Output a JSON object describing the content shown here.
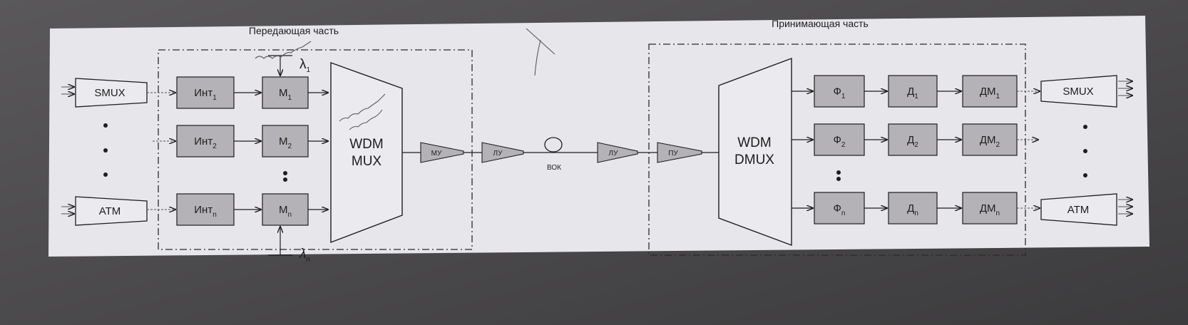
{
  "transmit": {
    "title": "Передающая часть",
    "src_top": "SMUX",
    "src_bottom": "ATM",
    "interfaces": [
      {
        "base": "Инт",
        "sub": "1"
      },
      {
        "base": "Инт",
        "sub": "2"
      },
      {
        "base": "Инт",
        "sub": "n"
      }
    ],
    "modulators": [
      {
        "base": "М",
        "sub": "1"
      },
      {
        "base": "М",
        "sub": "2"
      },
      {
        "base": "М",
        "sub": "n"
      }
    ],
    "lambda_top": {
      "base": "λ",
      "sub": "1"
    },
    "lambda_bottom": {
      "base": "λ",
      "sub": "n"
    },
    "mux_line1": "WDM",
    "mux_line2": "MUX",
    "amp": "МУ"
  },
  "line": {
    "amp_left": "ЛУ",
    "fiber": "ВОК",
    "amp_right": "ЛУ"
  },
  "receive": {
    "title": "Принимающая часть",
    "preamp": "ПУ",
    "dmux_line1": "WDM",
    "dmux_line2": "DMUX",
    "photo": [
      {
        "base": "Ф",
        "sub": "1"
      },
      {
        "base": "Ф",
        "sub": "2"
      },
      {
        "base": "Ф",
        "sub": "n"
      }
    ],
    "detectors": [
      {
        "base": "Д",
        "sub": "1"
      },
      {
        "base": "Д",
        "sub": "2"
      },
      {
        "base": "Д",
        "sub": "n"
      }
    ],
    "demods": [
      {
        "base": "ДМ",
        "sub": "1"
      },
      {
        "base": "ДМ",
        "sub": "2"
      },
      {
        "base": "ДМ",
        "sub": "n"
      }
    ],
    "out_top": "SMUX",
    "out_bottom": "ATM"
  },
  "colors": {
    "paper": "#e7e6ea",
    "block_fill": "#b4b2b6",
    "ink": "#1e1e1e",
    "frame": "#2b2b2b"
  }
}
